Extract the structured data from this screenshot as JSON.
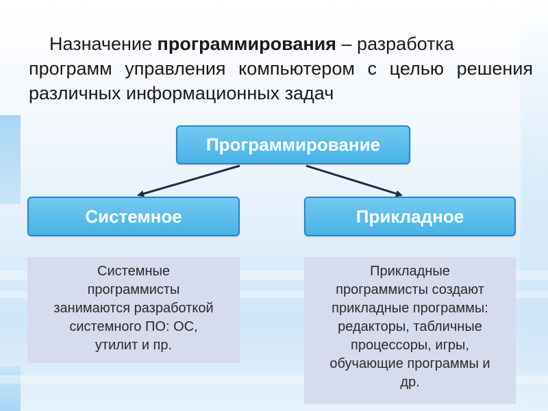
{
  "heading": {
    "line1_prefix": "Назначение ",
    "line1_bold": "программирования",
    "line1_suffix": " – разработка",
    "line2": "программ управления компьютером с целью",
    "line3": "решения различных информационных задач"
  },
  "diagram": {
    "root": "Программирование",
    "branches": [
      {
        "label": "Системное",
        "description_lines": [
          "Системные",
          "программисты",
          "занимаются разработкой",
          "системного ПО: ОС,",
          "утилит и пр."
        ]
      },
      {
        "label": "Прикладное",
        "description_lines": [
          "Прикладные",
          "программисты создают",
          "прикладные программы:",
          "редакторы, табличные",
          "процессоры, игры,",
          "обучающие программы и",
          "др."
        ]
      }
    ]
  },
  "colors": {
    "box_fill": "#55bbea",
    "box_border": "#2a84c6",
    "desc_fill": "#d6dbee",
    "arrow": "#1f2a44"
  }
}
